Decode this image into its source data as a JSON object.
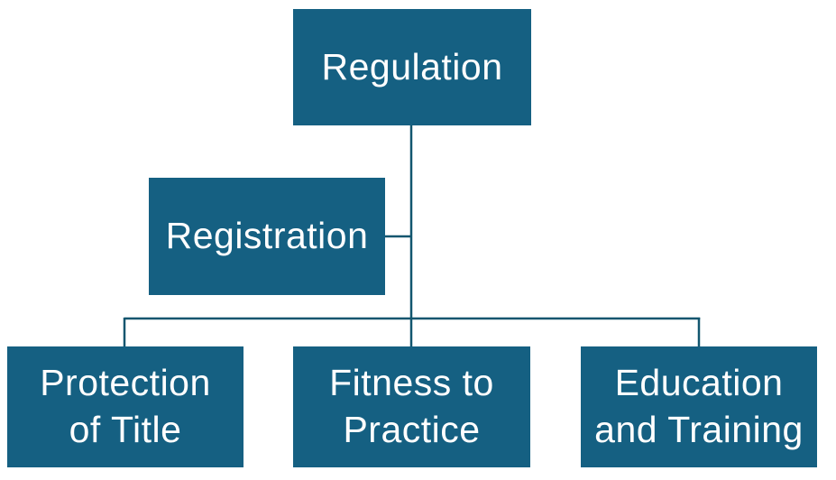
{
  "diagram": {
    "type": "org-chart",
    "nodes": [
      {
        "id": "regulation",
        "label": "Regulation",
        "lines": [
          "Regulation"
        ]
      },
      {
        "id": "registration",
        "label": "Registration",
        "lines": [
          "Registration"
        ]
      },
      {
        "id": "protection-of-title",
        "label": "Protection of Title",
        "lines": [
          "Protection",
          "of Title"
        ]
      },
      {
        "id": "fitness-to-practice",
        "label": "Fitness to Practice",
        "lines": [
          "Fitness to",
          "Practice"
        ]
      },
      {
        "id": "education-and-training",
        "label": "Education and Training",
        "lines": [
          "Education",
          "and Training"
        ]
      }
    ],
    "edges": [
      {
        "from": "regulation",
        "to": "registration"
      },
      {
        "from": "regulation",
        "to": "protection-of-title"
      },
      {
        "from": "regulation",
        "to": "fitness-to-practice"
      },
      {
        "from": "regulation",
        "to": "education-and-training"
      }
    ],
    "colors": {
      "background": "#ffffff",
      "node_fill": "#156082",
      "node_text": "#ffffff",
      "connector": "#12566f"
    }
  }
}
